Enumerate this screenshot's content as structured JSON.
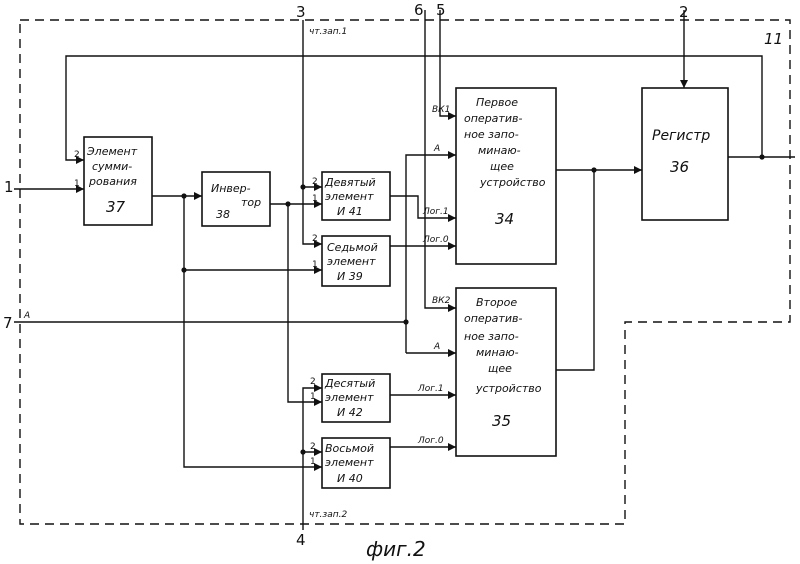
{
  "figure": {
    "caption": "фиг.2",
    "boundary_id": "11"
  },
  "terminals": [
    {
      "id": "t1",
      "label": "1"
    },
    {
      "id": "t2",
      "label": "2"
    },
    {
      "id": "t3",
      "label": "3"
    },
    {
      "id": "t4",
      "label": "4"
    },
    {
      "id": "t5",
      "label": "5"
    },
    {
      "id": "t6",
      "label": "6"
    },
    {
      "id": "t7",
      "label": "7"
    }
  ],
  "blocks": {
    "sum37": {
      "lines": [
        "Элемент",
        "сумми-",
        "рования"
      ],
      "number": "37",
      "pins": [
        "2",
        "1"
      ]
    },
    "inv38": {
      "lines": [
        "Инвер-",
        "тор"
      ],
      "number": "38"
    },
    "and41": {
      "lines": [
        "Девятый",
        "элемент"
      ],
      "number": "И 41",
      "pins": [
        "2",
        "1"
      ]
    },
    "and39": {
      "lines": [
        "Седьмой",
        "элемент"
      ],
      "number": "И 39",
      "pins": [
        "2",
        "1"
      ]
    },
    "and42": {
      "lines": [
        "Десятый",
        "элемент"
      ],
      "number": "И 42",
      "pins": [
        "2",
        "1"
      ]
    },
    "and40": {
      "lines": [
        "Восьмой",
        "элемент"
      ],
      "number": "И 40",
      "pins": [
        "2",
        "1"
      ]
    },
    "mem34": {
      "lines": [
        "Первое",
        "оператив-",
        "ное запо-",
        "минаю-",
        "щее",
        "устройство"
      ],
      "number": "34"
    },
    "mem35": {
      "lines": [
        "Второе",
        "оператив-",
        "ное запо-",
        "минаю-",
        "щее",
        "устройство"
      ],
      "number": "35"
    },
    "reg36": {
      "lines": [
        "Регистр"
      ],
      "number": "36"
    }
  },
  "signals": {
    "rd1": "чт.зап.1",
    "rd2": "чт.зап.2",
    "vk1": "ВК1",
    "vk2": "ВК2",
    "a": "А",
    "log1": "Лог.1",
    "log0": "Лог.0"
  },
  "colors": {
    "ink": "#111111",
    "paper": "#ffffff"
  }
}
